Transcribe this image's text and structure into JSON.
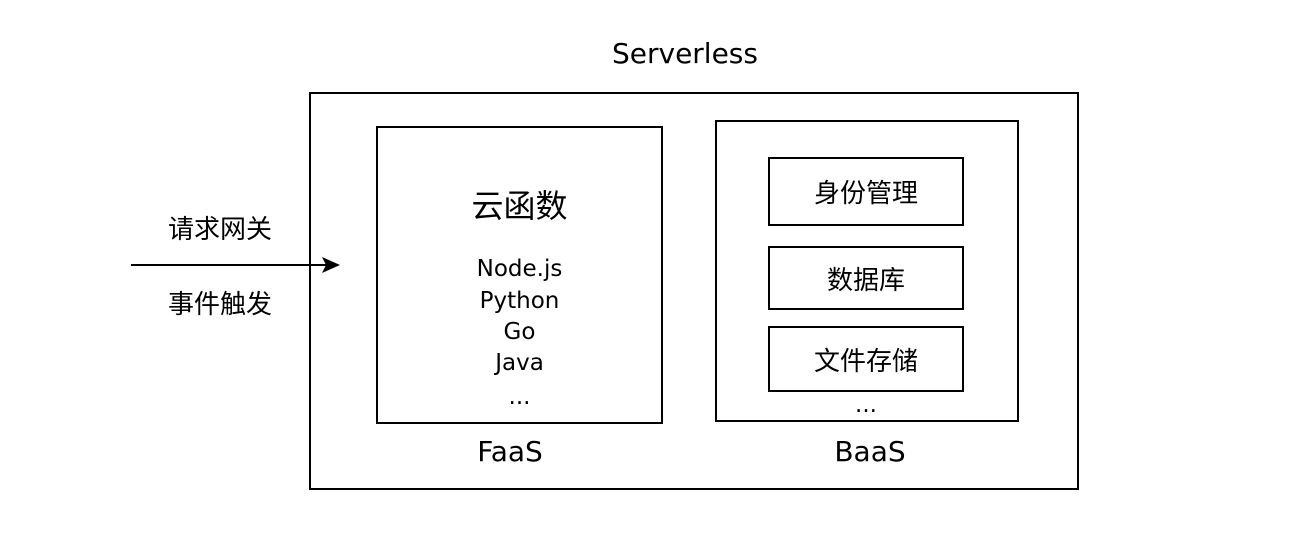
{
  "diagram": {
    "title": "Serverless",
    "triggers": [
      "请求网关",
      "事件触发"
    ],
    "faas": {
      "heading": "云函数",
      "languages": [
        "Node.js",
        "Python",
        "Go",
        "Java",
        "..."
      ],
      "label": "FaaS"
    },
    "baas": {
      "services": [
        "身份管理",
        "数据库",
        "文件存储"
      ],
      "more": "...",
      "label": "BaaS"
    }
  }
}
